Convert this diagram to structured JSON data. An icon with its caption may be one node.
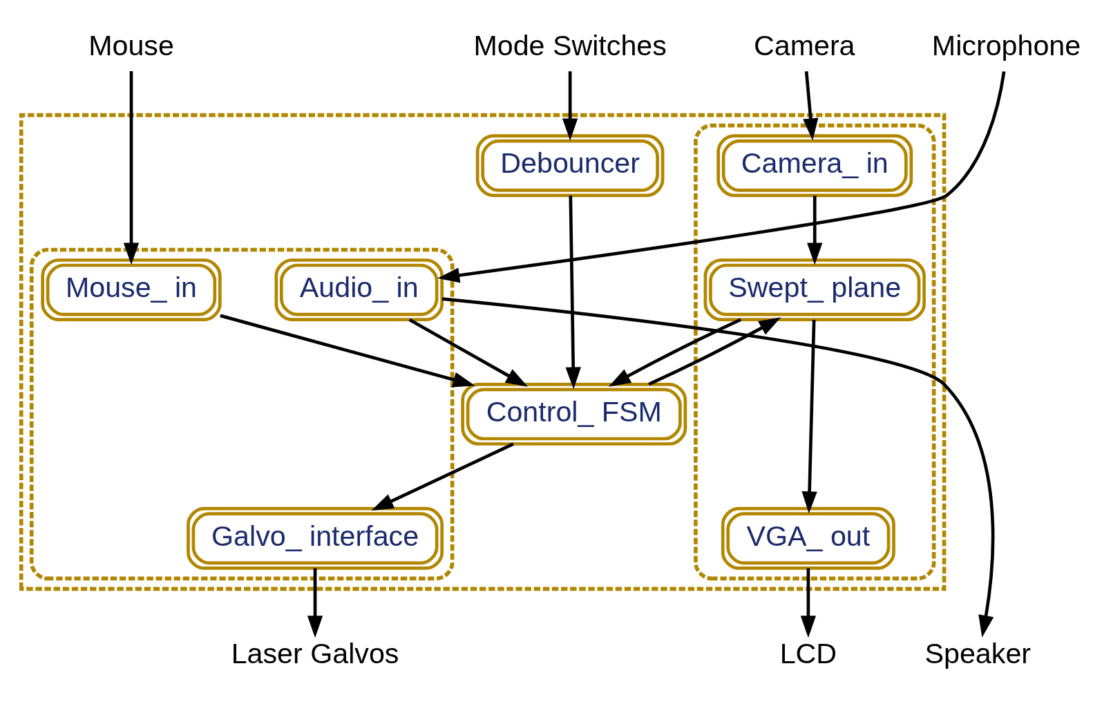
{
  "diagram": {
    "nodes": [
      {
        "text": [
          "Mouse"
        ]
      },
      {
        "text": [
          "Microphone"
        ]
      },
      {
        "text": [
          "Mode Switches"
        ]
      },
      {
        "text": [
          "Camera"
        ]
      },
      {
        "text": [],
        "shape": "box"
      },
      {
        "text": [],
        "shape": "box",
        "in": 4
      },
      {
        "text": [
          "Audio_ in"
        ],
        "in": 5
      },
      {
        "text": [
          "Debouncer"
        ],
        "in": 4
      },
      {
        "text": [],
        "shape": "box",
        "in": 4
      },
      {
        "text": [
          "Camera_ in"
        ],
        "in": 8
      },
      {
        "text": [
          "Mouse_ in"
        ],
        "in": 5
      },
      {
        "text": [
          "Control_ FSM"
        ],
        "in": 4
      },
      {
        "text": [
          "Swept_ plane"
        ],
        "in": 8
      },
      {
        "text": [
          "Galvo_ interface"
        ],
        "in": 5
      },
      {
        "text": [
          "VGA_ out"
        ],
        "in": 8
      },
      {
        "text": [
          "Laser Galvos"
        ]
      },
      {
        "text": [
          "Speaker"
        ]
      },
      {
        "text": [
          "LCD"
        ]
      }
    ],
    "edges": [
      {
        "from": 0,
        "to": 10,
        "arrow": "to"
      },
      {
        "from": 1,
        "to": 6,
        "arrow": "to"
      },
      {
        "from": 2,
        "to": 7,
        "arrow": "to"
      },
      {
        "from": 3,
        "to": 9,
        "arrow": "to"
      },
      {
        "from": 6,
        "to": 11,
        "arrow": "to"
      },
      {
        "from": 6,
        "to": 16,
        "arrow": "to"
      },
      {
        "from": 10,
        "to": 11,
        "arrow": "to"
      },
      {
        "from": 7,
        "to": 11,
        "arrow": "to"
      },
      {
        "from": 9,
        "to": 12,
        "arrow": "to"
      },
      {
        "from": 11,
        "to": 12,
        "arrow": "to"
      },
      {
        "from": 12,
        "to": 11,
        "arrow": "to"
      },
      {
        "from": 11,
        "to": 13,
        "arrow": "to"
      },
      {
        "from": 12,
        "to": 14,
        "arrow": "to"
      },
      {
        "from": 13,
        "to": 15,
        "arrow": "to"
      },
      {
        "from": 14,
        "to": 17,
        "arrow": "to"
      }
    ]
  }
}
